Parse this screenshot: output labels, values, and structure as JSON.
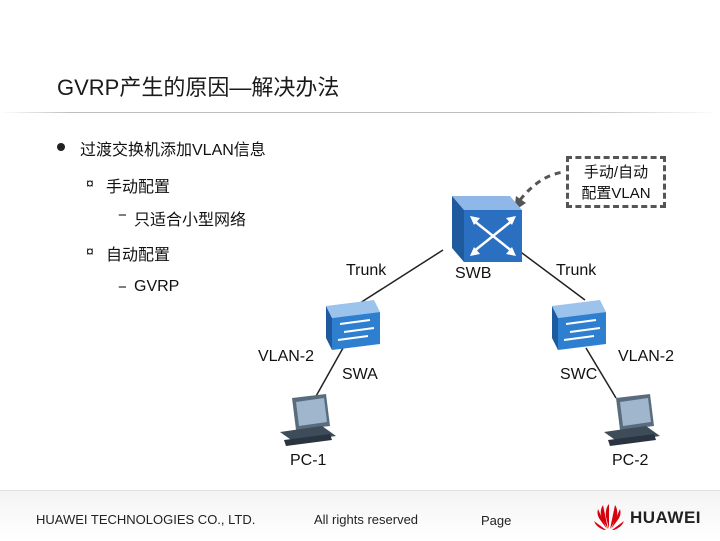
{
  "slide": {
    "title": "GVRP产生的原因—解决办法",
    "bullet_main": "过渡交换机添加VLAN信息",
    "sub1": "手动配置",
    "sub1_detail": "只适合小型网络",
    "sub2": "自动配置",
    "sub2_detail": "GVRP",
    "sub_symbol": "¤",
    "dash_symbol": "−"
  },
  "callout": {
    "line1": "手动/自动",
    "line2": "配置VLAN"
  },
  "diagram": {
    "trunk_left": "Trunk",
    "trunk_right": "Trunk",
    "swb": "SWB",
    "swa": "SWA",
    "swc": "SWC",
    "vlan_left": "VLAN-2",
    "vlan_right": "VLAN-2",
    "pc1": "PC-1",
    "pc2": "PC-2",
    "colors": {
      "switch_blue": "#2f7fd0",
      "router_blue": "#2b6fc0",
      "dashed_arrow": "#555555"
    }
  },
  "footer": {
    "company": "HUAWEI TECHNOLOGIES CO., LTD.",
    "rights": "All rights reserved",
    "page_label": "Page",
    "logo_text": "HUAWEI",
    "logo_color": "#d7000f"
  }
}
